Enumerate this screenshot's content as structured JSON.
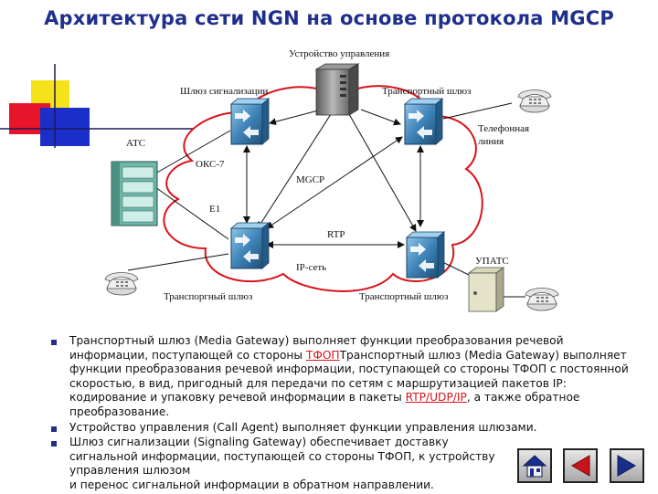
{
  "title": "Архитектура сети NGN на основе протокола MGCP",
  "labels": {
    "controller": "Устройство управления",
    "signaling_gw": "Шлюз сигнализации",
    "transport_gw_top": "Транспортный шлюз",
    "phone_line_1": "Телефонная",
    "phone_line_2": "линия",
    "ats": "АТС",
    "oks7": "ОКС-7",
    "mgcp": "MGCP",
    "e1": "E1",
    "rtp": "RTP",
    "ip_net": "IP-сеть",
    "upats": "УПАТС",
    "transport_gw_bl": "Транспоргный шлюз",
    "transport_gw_br": "Транспортный шлюз"
  },
  "bullets": {
    "b1": {
      "p1": "Транспортный шлюз (Media Gateway)  выполняет функции преобразования речевой информации, поступающей со стороны ",
      "link1": "ТФОП",
      "p2": "Транспортный шлюз (Media Gateway)  выполняет функции преобразования речевой информации, поступающей со стороны ТФОП с постоянной скоростью, в вид, пригодный для передачи по сетям с маршрутизацией пакетов IP: кодирование и упаковку речевой информации в пакеты ",
      "link2": "RTP/UDP/IP",
      "p3": ", а также обратное преобразование."
    },
    "b2": "Устройство управления (Call Agent) выполняет функции управления шлюзами.",
    "b3": {
      "p1": "Шлюз сигнализации (Signaling Gateway) обеспечивает доставку сигнальной ин",
      "p2": "формации, поступающей со стороны ТФОП, к устройству управления шлюзом",
      "p3": "и перенос сигнальной информации в обратном направлении."
    }
  },
  "nav": {
    "home": "home-icon",
    "prev": "triangle-left-icon",
    "next": "triangle-right-icon"
  },
  "colors": {
    "title": "#1f2f8c",
    "cloud_stroke": "#d8141a",
    "link": "#d8141a",
    "gateway": "#2f6f9e"
  }
}
